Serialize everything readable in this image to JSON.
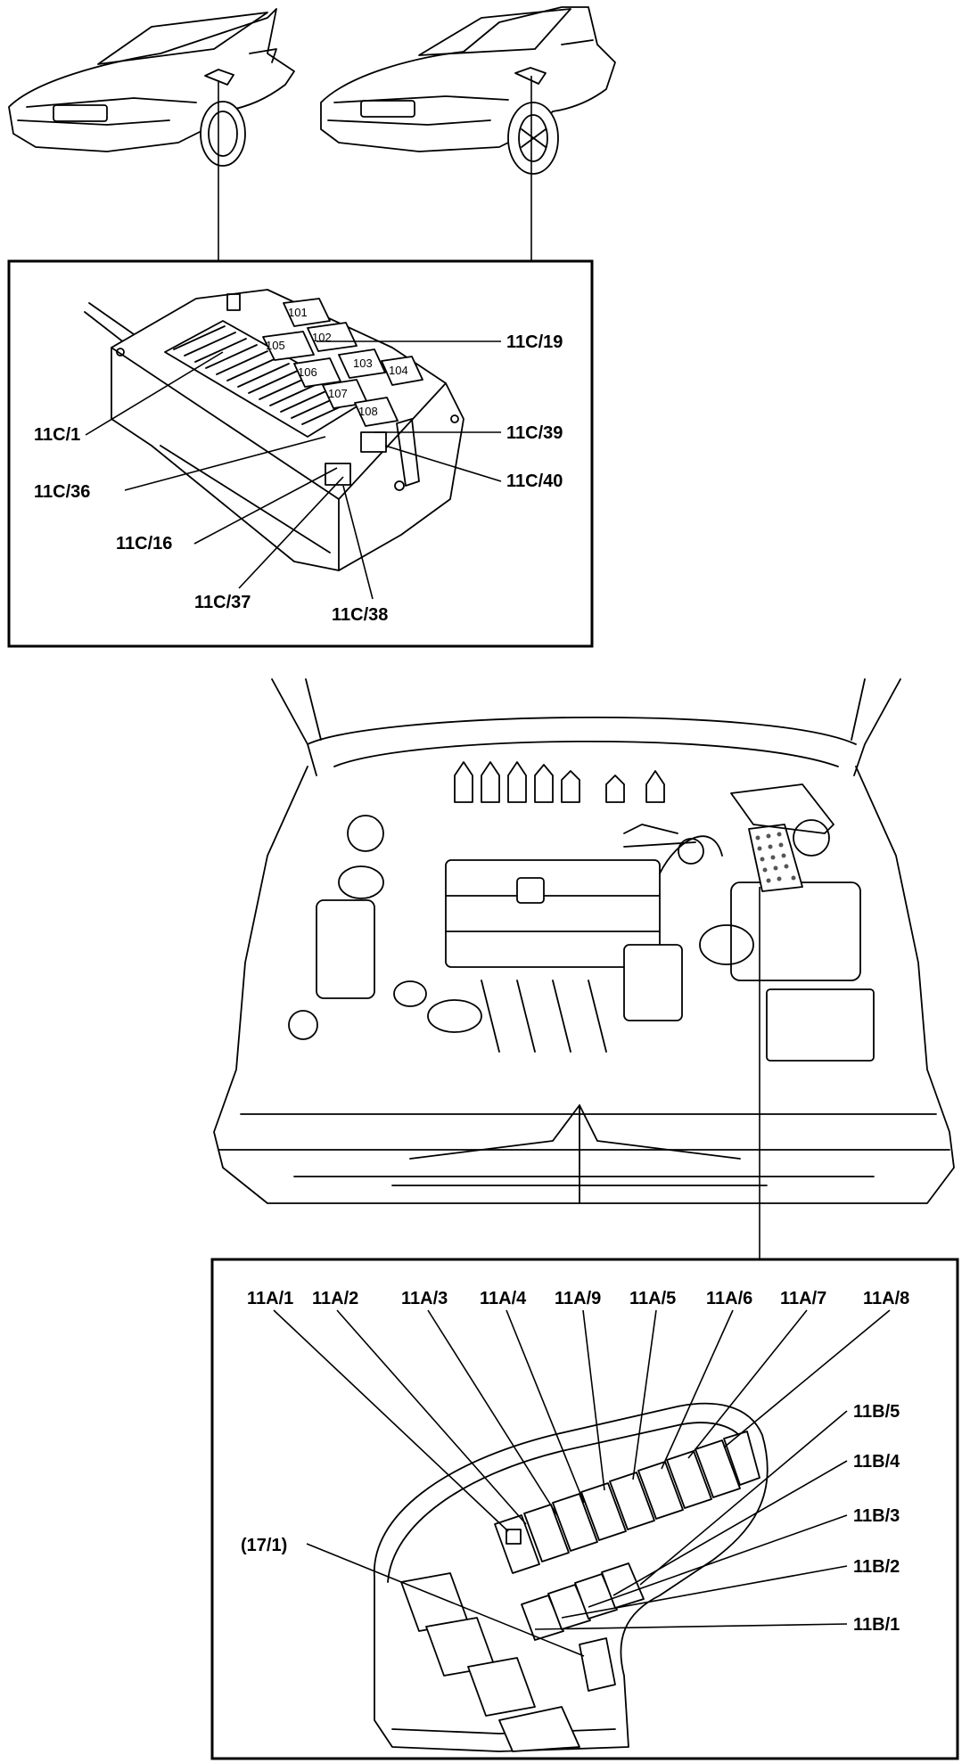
{
  "relay_box": {
    "relay_numbers": [
      "101",
      "102",
      "103",
      "104",
      "105",
      "106",
      "107",
      "108"
    ],
    "callouts": [
      "11C/19",
      "11C/1",
      "11C/39",
      "11C/36",
      "11C/40",
      "11C/16",
      "11C/37",
      "11C/38"
    ]
  },
  "fuse_box": {
    "top_callouts": [
      "11A/1",
      "11A/2",
      "11A/3",
      "11A/4",
      "11A/9",
      "11A/5",
      "11A/6",
      "11A/7",
      "11A/8"
    ],
    "right_callouts": [
      "11B/5",
      "11B/4",
      "11B/3",
      "11B/2",
      "11B/1"
    ],
    "left_callout": "(17/1)"
  }
}
